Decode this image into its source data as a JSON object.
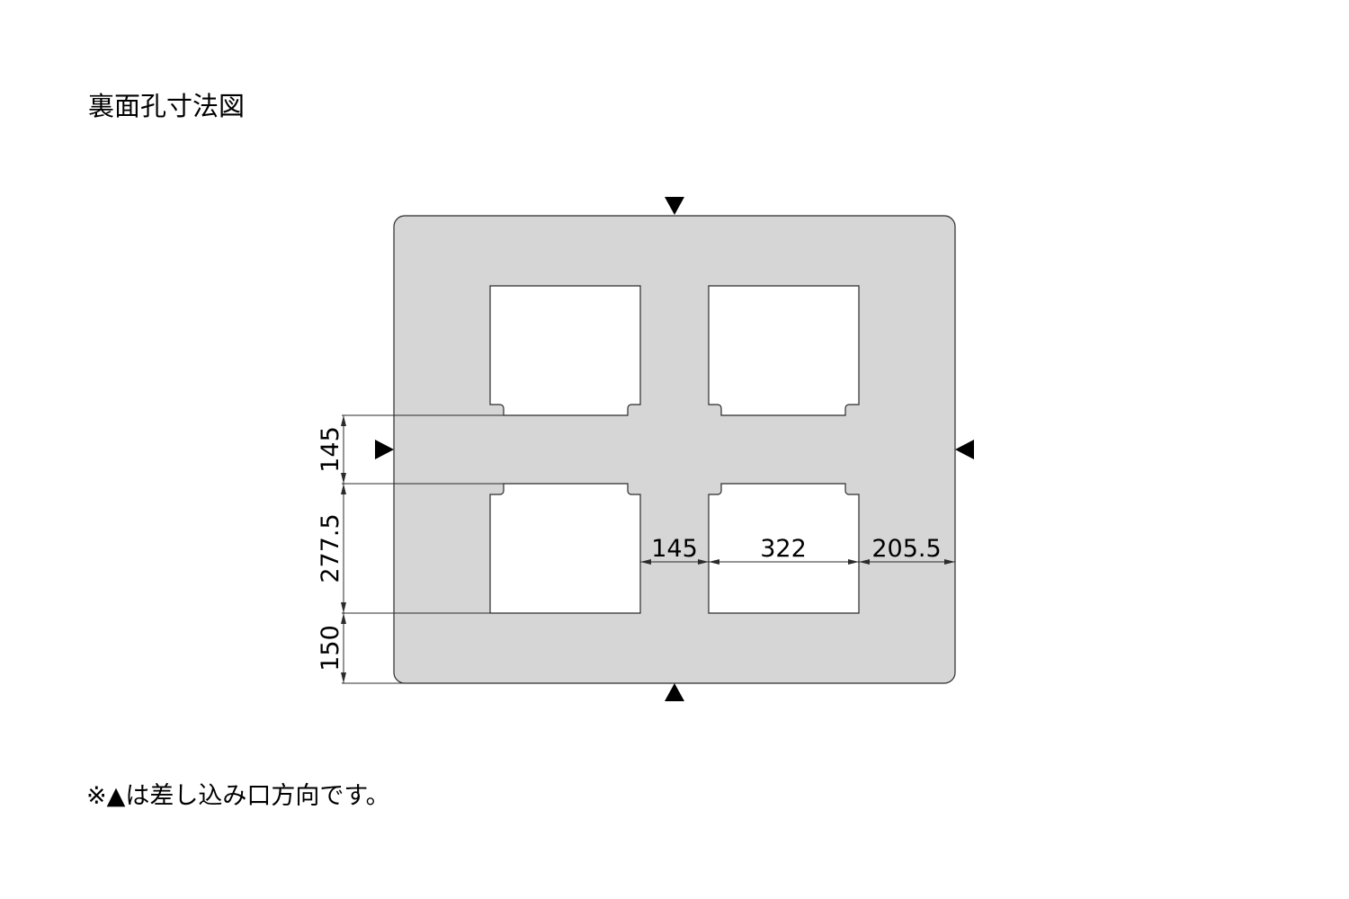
{
  "title": "裏面孔寸法図",
  "note": "※▲は差し込み口方向です。",
  "colors": {
    "panel_fill": "#d6d6d6",
    "outline": "#2b2b2b",
    "hole_fill": "#ffffff",
    "marker": "#000000"
  },
  "dimensions": {
    "vertical_gap": "145",
    "hole_height": "277.5",
    "bottom_margin": "150",
    "horizontal_gap": "145",
    "hole_width": "322",
    "right_margin": "205.5"
  },
  "markers": {
    "icon": "black-triangle",
    "positions": [
      "top",
      "left",
      "right",
      "bottom"
    ]
  }
}
